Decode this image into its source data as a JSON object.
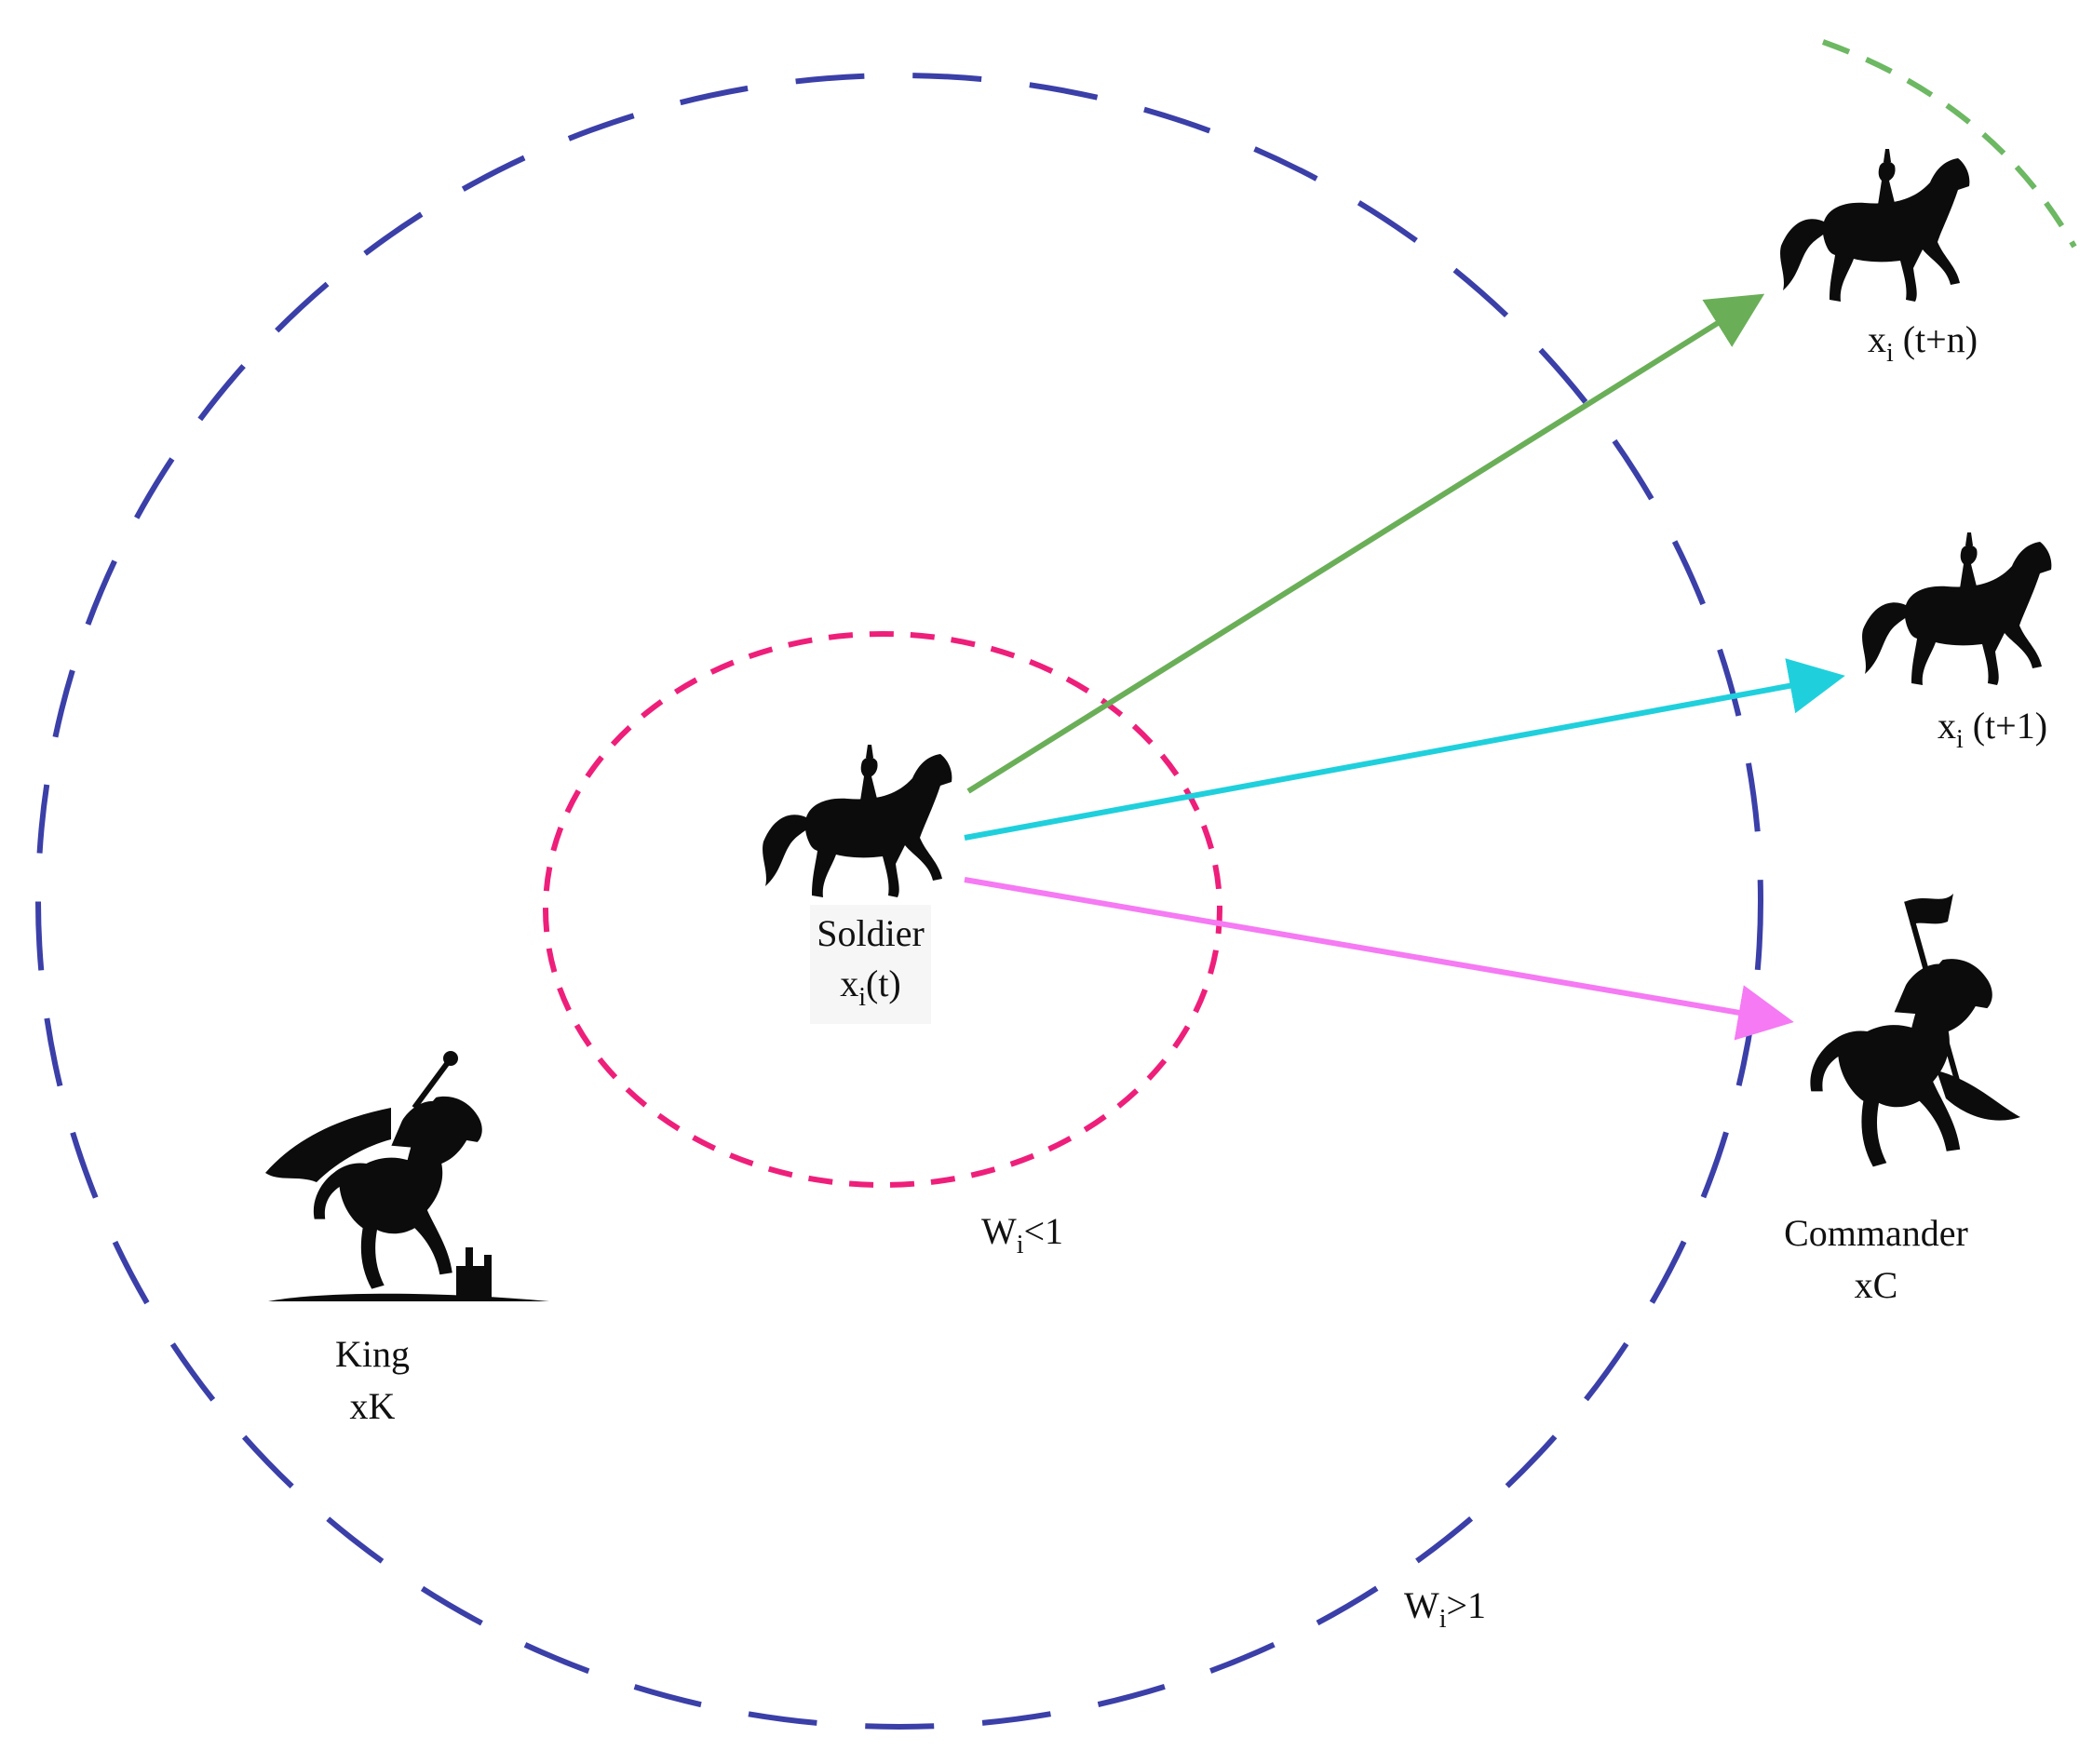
{
  "colors": {
    "outer_ring": "#3b3fa8",
    "inner_ring": "#ee1f7a",
    "edge_ring": "#6db863",
    "arrow_to_t_plus_n": "#6aaf58",
    "arrow_to_t_plus_1": "#1fd0dc",
    "arrow_to_commander": "#f57af3",
    "silhouette": "#0c0c0c"
  },
  "icons": {
    "soldier": "horse-rider-icon",
    "king": "rearing-horse-king-icon",
    "commander": "rearing-horse-flag-commander-icon"
  },
  "labels": {
    "soldier_name": "Soldier",
    "soldier_var": "x",
    "soldier_var_sub": "i",
    "soldier_var_arg": "(t)",
    "next_t1_var": "x",
    "next_t1_sub": "i",
    "next_t1_arg": " (t+1)",
    "next_tn_var": "x",
    "next_tn_sub": "i",
    "next_tn_arg": " (t+n)",
    "commander_name": "Commander",
    "commander_var": "xC",
    "king_name": "King",
    "king_var": "xK",
    "inner_weight_var": "W",
    "inner_weight_sub": "i",
    "inner_weight_cond": "<1",
    "outer_weight_var": "W",
    "outer_weight_sub": "i",
    "outer_weight_cond": ">1"
  }
}
